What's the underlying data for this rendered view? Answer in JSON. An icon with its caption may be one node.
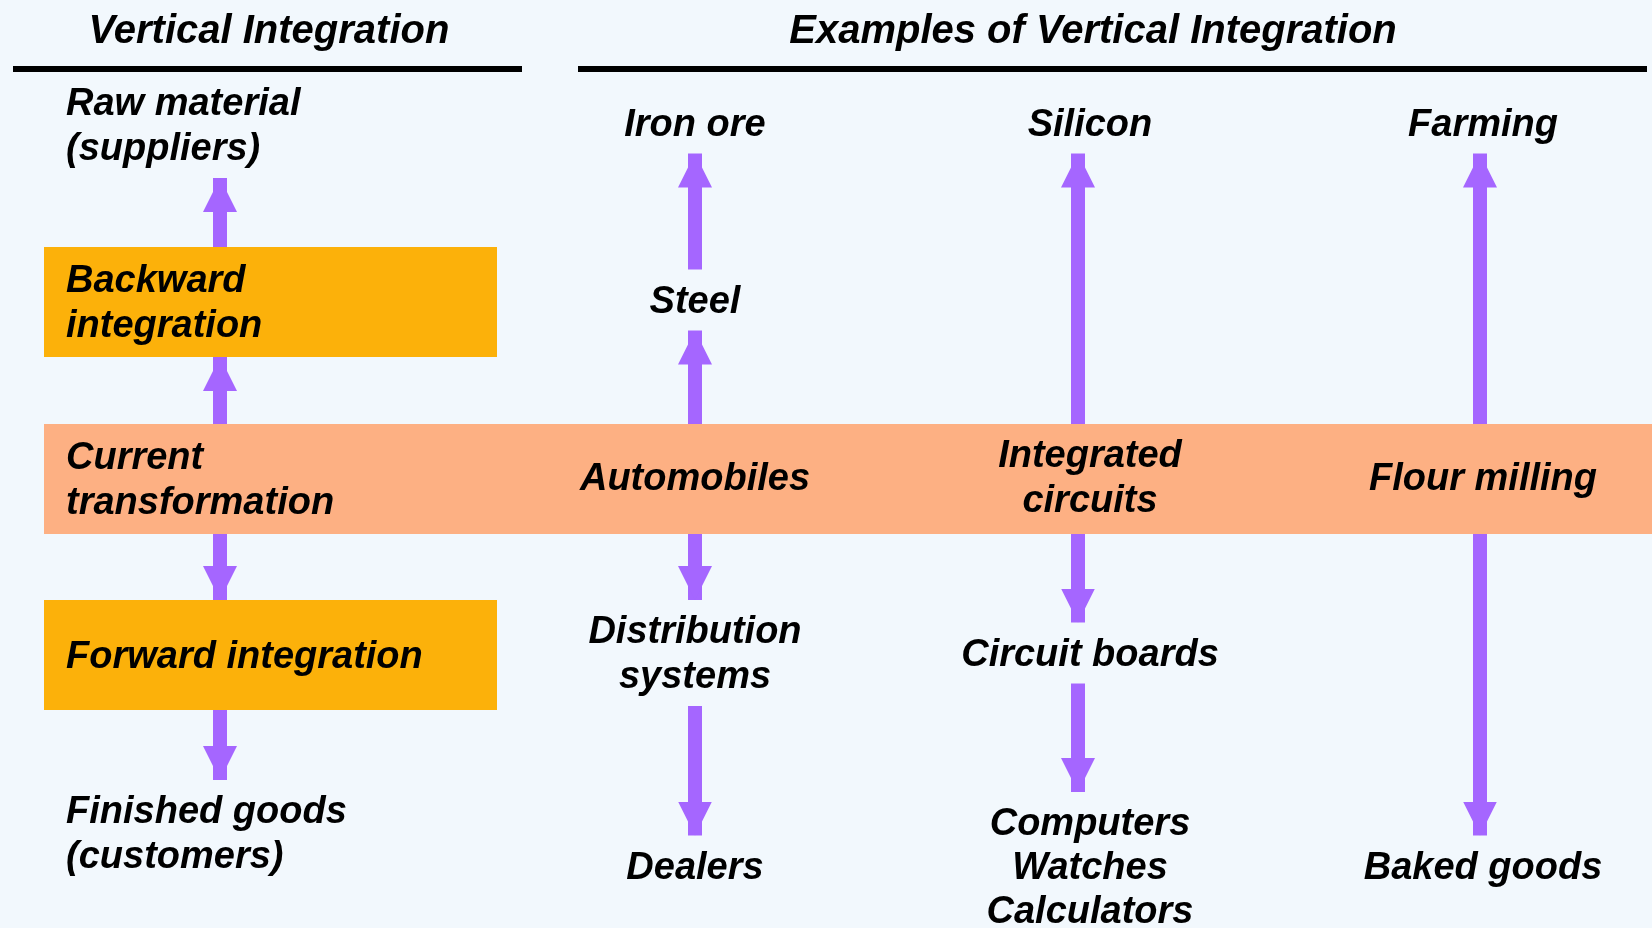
{
  "diagram": {
    "nodes": [
      {
        "text": [
          "Raw material (suppliers)"
        ]
      },
      {
        "text": [
          "Backward integration"
        ]
      },
      {
        "text": [
          "Current transformation"
        ]
      },
      {
        "text": [
          "Forward integration"
        ]
      },
      {
        "text": [
          "Finished goods (customers)"
        ]
      },
      {
        "text": [
          "Iron ore"
        ]
      },
      {
        "text": [
          "Steel"
        ]
      },
      {
        "text": [
          "Automobiles"
        ],
        "in": 2
      },
      {
        "text": [
          "Distribution systems"
        ]
      },
      {
        "text": [
          "Dealers"
        ]
      },
      {
        "text": [
          "Silicon"
        ]
      },
      {
        "text": [
          "Integrated circuits"
        ],
        "in": 2
      },
      {
        "text": [
          "Circuit boards"
        ]
      },
      {
        "text": [
          "Computers",
          "Watches",
          "Calculators"
        ]
      },
      {
        "text": [
          "Farming"
        ]
      },
      {
        "text": [
          "Flour milling"
        ],
        "in": 2
      },
      {
        "text": [
          "Baked goods"
        ]
      }
    ],
    "edges": [
      {
        "from": 1,
        "to": 0,
        "arrow": "to"
      },
      {
        "from": 2,
        "to": 1,
        "arrow": "to"
      },
      {
        "from": 2,
        "to": 3,
        "arrow": "to"
      },
      {
        "from": 3,
        "to": 4,
        "arrow": "to"
      },
      {
        "from": 6,
        "to": 5,
        "arrow": "to"
      },
      {
        "from": 7,
        "to": 6,
        "arrow": "to"
      },
      {
        "from": 7,
        "to": 8,
        "arrow": "to"
      },
      {
        "from": 8,
        "to": 9,
        "arrow": "to"
      },
      {
        "from": 11,
        "to": 10,
        "arrow": "to"
      },
      {
        "from": 11,
        "to": 12,
        "arrow": "to"
      },
      {
        "from": 12,
        "to": 13,
        "arrow": "to"
      },
      {
        "from": 15,
        "to": 14,
        "arrow": "to"
      },
      {
        "from": 15,
        "to": 16,
        "arrow": "to"
      }
    ],
    "labels": [
      "Vertical Integration",
      "Examples of Vertical Integration"
    ]
  }
}
